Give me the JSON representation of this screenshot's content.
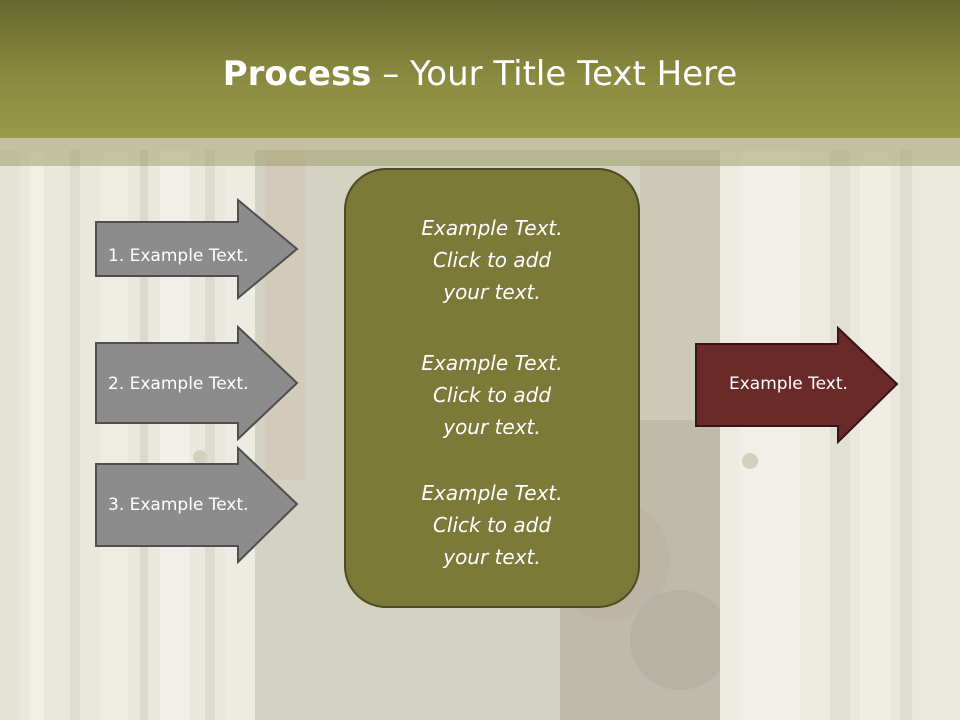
{
  "title": {
    "bold": "Process",
    "rest": " – Your Title Text Here"
  },
  "left_arrows": [
    {
      "label": "1. Example Text."
    },
    {
      "label": "2. Example Text."
    },
    {
      "label": "3. Example Text."
    }
  ],
  "center_texts": [
    {
      "text": "Example Text.\nClick  to add\nyour text."
    },
    {
      "text": "Example Text.\nClick  to add\nyour text."
    },
    {
      "text": "Example Text.\nClick  to add\nyour text."
    }
  ],
  "right_arrow": {
    "label": "Example Text."
  },
  "colors": {
    "title_bar": "#8c8d40",
    "left_arrow_fill": "#8c8c8c",
    "center_box_fill": "#7b7a39",
    "right_arrow_fill": "#6b2a2a"
  }
}
